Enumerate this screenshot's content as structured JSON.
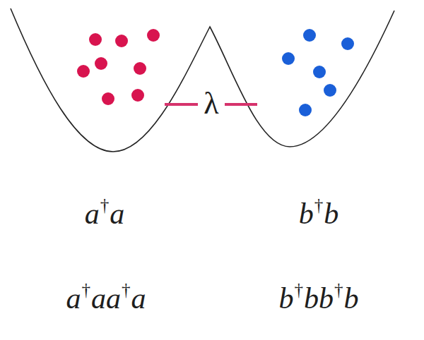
{
  "diagram": {
    "labels": [
      "λ",
      "a†a",
      "b†b",
      "a†aa†a",
      "b†bb†b"
    ]
  }
}
